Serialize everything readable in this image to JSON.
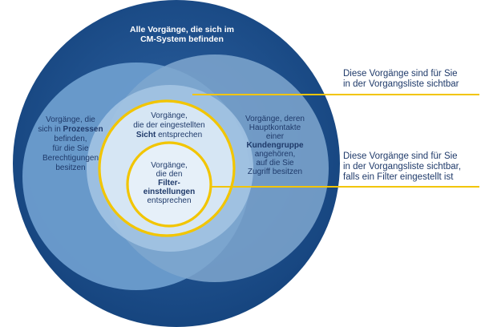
{
  "outer": {
    "title": [
      "Alle Vorgänge, die sich im",
      "CM-System befinden"
    ]
  },
  "left_region": {
    "lines": [
      {
        "parts": [
          {
            "text": "Vorgänge, die",
            "bold": false
          }
        ]
      },
      {
        "parts": [
          {
            "text": "sich in ",
            "bold": false
          },
          {
            "text": "Prozessen",
            "bold": true
          }
        ]
      },
      {
        "parts": [
          {
            "text": "befinden,",
            "bold": false
          }
        ]
      },
      {
        "parts": [
          {
            "text": "für die Sie",
            "bold": false
          }
        ]
      },
      {
        "parts": [
          {
            "text": "Berechtigungen",
            "bold": false
          }
        ]
      },
      {
        "parts": [
          {
            "text": "besitzen",
            "bold": false
          }
        ]
      }
    ]
  },
  "right_region": {
    "lines": [
      {
        "parts": [
          {
            "text": "Vorgänge, deren",
            "bold": false
          }
        ]
      },
      {
        "parts": [
          {
            "text": "Hauptkontakte",
            "bold": false
          }
        ]
      },
      {
        "parts": [
          {
            "text": "einer",
            "bold": false
          }
        ]
      },
      {
        "parts": [
          {
            "text": "Kundengruppe",
            "bold": true
          }
        ]
      },
      {
        "parts": [
          {
            "text": "angehören,",
            "bold": false
          }
        ]
      },
      {
        "parts": [
          {
            "text": "auf die Sie",
            "bold": false
          }
        ]
      },
      {
        "parts": [
          {
            "text": "Zugriff besitzen",
            "bold": false
          }
        ]
      }
    ]
  },
  "view_region": {
    "lines": [
      {
        "parts": [
          {
            "text": "Vorgänge,",
            "bold": false
          }
        ]
      },
      {
        "parts": [
          {
            "text": "die der eingestellten",
            "bold": false
          }
        ]
      },
      {
        "parts": [
          {
            "text": "Sicht",
            "bold": true
          },
          {
            "text": " entsprechen",
            "bold": false
          }
        ]
      }
    ]
  },
  "filter_region": {
    "lines": [
      {
        "parts": [
          {
            "text": "Vorgänge,",
            "bold": false
          }
        ]
      },
      {
        "parts": [
          {
            "text": "die den",
            "bold": false
          }
        ]
      },
      {
        "parts": [
          {
            "text": "Filter-",
            "bold": true
          }
        ]
      },
      {
        "parts": [
          {
            "text": "einstellungen",
            "bold": true
          }
        ]
      },
      {
        "parts": [
          {
            "text": "entsprechen",
            "bold": false
          }
        ]
      }
    ]
  },
  "annotations": [
    {
      "lines": [
        "Diese Vorgänge sind für Sie",
        "in der Vorgangsliste sichtbar"
      ]
    },
    {
      "lines": [
        "Diese Vorgänge sind für Sie",
        "in der Vorgangsliste sichtbar,",
        "falls ein Filter eingestellt ist"
      ]
    }
  ],
  "colors": {
    "outer_fill": "#1e4f8c",
    "left_fill": "#6a9bcc",
    "right_fill": "#7aa3cc",
    "center_fill": "#c5dcef",
    "highlight": "#f2c500",
    "text_dark": "#1f3a6a",
    "text_light": "#ffffff"
  }
}
